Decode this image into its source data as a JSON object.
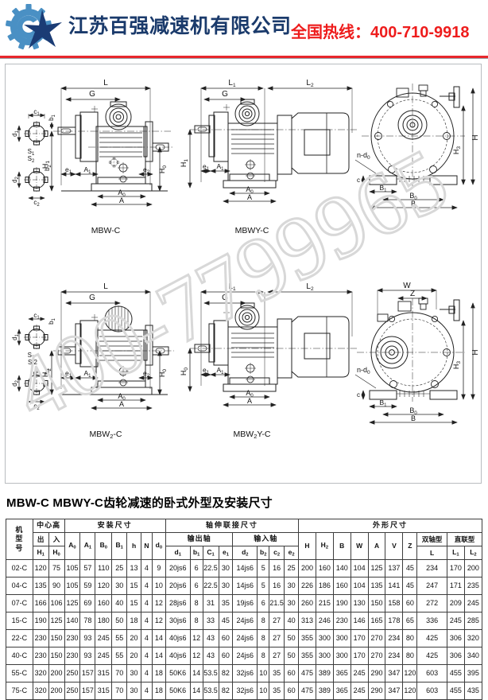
{
  "header": {
    "logo_icon": "gear-star-logo-icon",
    "company_name": "江苏百强减速机有限公司",
    "hotline": "全国热线：400-710-9918",
    "hotline_color": "#ee1c1c",
    "company_color": "#1a3a6b",
    "rule_color": "#e8272c"
  },
  "watermark": {
    "text": "400-7799965"
  },
  "diagrams": {
    "items": [
      {
        "id": "mbw-c",
        "caption": "MBW-C",
        "labels": [
          "L",
          "G",
          "H₁",
          "H₀",
          "e₁",
          "A₁",
          "e₂",
          "A₀",
          "A",
          "c₁",
          "b₁",
          "d₁",
          "S₁",
          "S₂",
          "b₂",
          "d₂",
          "c₂"
        ]
      },
      {
        "id": "mbwy-c",
        "caption": "MBWY-C",
        "labels": [
          "L₁",
          "L₂",
          "G",
          "H₁",
          "e₁",
          "A₁",
          "A₀",
          "A"
        ]
      },
      {
        "id": "end-view-top",
        "caption": "",
        "labels": [
          "H",
          "H₃",
          "n-d₀",
          "c",
          "B₁",
          "B₀",
          "B"
        ]
      },
      {
        "id": "mbw2-c",
        "caption": "MBW₂-C",
        "labels": [
          "L",
          "G",
          "H₀",
          "e₁",
          "A₁",
          "e₂",
          "A₀",
          "A",
          "c₁",
          "b₁",
          "d₁",
          "S₁",
          "S₂",
          "b₂",
          "d₂",
          "c₂"
        ]
      },
      {
        "id": "mbw2y-c",
        "caption": "MBW₂Y-C",
        "labels": [
          "L₁",
          "L₂",
          "G",
          "H₀",
          "e₁",
          "A₁",
          "A₀",
          "A"
        ]
      },
      {
        "id": "end-view-bottom",
        "caption": "",
        "labels": [
          "W",
          "Z",
          "H",
          "H₃",
          "n-d₀",
          "c",
          "B₁",
          "B₀",
          "B"
        ]
      }
    ]
  },
  "section": {
    "title": "MBW-C MBWY-C齿轮减速的卧式外型及安装尺寸"
  },
  "table": {
    "groups": {
      "model": "机型号",
      "center_height": "中心高",
      "mounting": "安装尺寸",
      "shaft_coupling": "轴伸联接尺寸",
      "outline": "外形尺寸",
      "output_shaft": "输出轴",
      "input_shaft": "输入轴",
      "dual_shaft": "双轴型",
      "direct_coupled": "直联型",
      "center_out": "出",
      "center_in": "入"
    },
    "columns": [
      "H₁",
      "H₀",
      "A₀",
      "A₁",
      "B₀",
      "B₁",
      "h",
      "N",
      "d₀",
      "d₁",
      "b₁",
      "C₁",
      "e₁",
      "d₂",
      "b₂",
      "c₂",
      "e₂",
      "H",
      "H₂",
      "B",
      "W",
      "A",
      "V",
      "Z",
      "L",
      "L₁",
      "L₂"
    ],
    "rows": [
      {
        "model": "02-C",
        "values": [
          "120",
          "75",
          "105",
          "57",
          "110",
          "25",
          "13",
          "4",
          "9",
          "20js6",
          "6",
          "22.5",
          "30",
          "14js6",
          "5",
          "16",
          "25",
          "200",
          "160",
          "140",
          "104",
          "125",
          "137",
          "45",
          "234",
          "170",
          "200"
        ]
      },
      {
        "model": "04-C",
        "values": [
          "135",
          "90",
          "105",
          "59",
          "120",
          "30",
          "15",
          "4",
          "10",
          "20js6",
          "6",
          "22.5",
          "30",
          "14js6",
          "5",
          "16",
          "30",
          "226",
          "186",
          "160",
          "104",
          "135",
          "141",
          "45",
          "247",
          "171",
          "235"
        ]
      },
      {
        "model": "07-C",
        "values": [
          "166",
          "106",
          "125",
          "69",
          "160",
          "40",
          "15",
          "4",
          "12",
          "28js6",
          "8",
          "31",
          "35",
          "19js6",
          "6",
          "21.5",
          "30",
          "260",
          "215",
          "190",
          "130",
          "150",
          "158",
          "60",
          "272",
          "209",
          "245"
        ]
      },
      {
        "model": "15-C",
        "values": [
          "190",
          "125",
          "140",
          "78",
          "180",
          "50",
          "18",
          "4",
          "12",
          "30js6",
          "8",
          "33",
          "45",
          "24js6",
          "8",
          "27",
          "40",
          "313",
          "246",
          "230",
          "146",
          "165",
          "178",
          "65",
          "336",
          "245",
          "285"
        ]
      },
      {
        "model": "22-C",
        "values": [
          "230",
          "150",
          "230",
          "93",
          "245",
          "55",
          "20",
          "4",
          "14",
          "40js6",
          "12",
          "43",
          "60",
          "24js6",
          "8",
          "27",
          "50",
          "355",
          "300",
          "300",
          "170",
          "270",
          "234",
          "80",
          "425",
          "306",
          "320"
        ]
      },
      {
        "model": "40-C",
        "values": [
          "230",
          "150",
          "230",
          "93",
          "245",
          "55",
          "20",
          "4",
          "14",
          "40js6",
          "12",
          "43",
          "60",
          "24js6",
          "8",
          "27",
          "50",
          "355",
          "300",
          "300",
          "170",
          "270",
          "234",
          "80",
          "425",
          "306",
          "340"
        ]
      },
      {
        "model": "55-C",
        "values": [
          "320",
          "200",
          "250",
          "157",
          "315",
          "70",
          "30",
          "4",
          "18",
          "50K6",
          "14",
          "53.5",
          "82",
          "32js6",
          "10",
          "35",
          "60",
          "475",
          "389",
          "365",
          "245",
          "290",
          "347",
          "120",
          "603",
          "455",
          "395"
        ]
      },
      {
        "model": "75-C",
        "values": [
          "320",
          "200",
          "250",
          "157",
          "315",
          "70",
          "30",
          "4",
          "18",
          "50K6",
          "14",
          "53.5",
          "82",
          "32js6",
          "10",
          "35",
          "60",
          "475",
          "389",
          "365",
          "245",
          "290",
          "347",
          "120",
          "603",
          "455",
          "435"
        ]
      }
    ]
  }
}
